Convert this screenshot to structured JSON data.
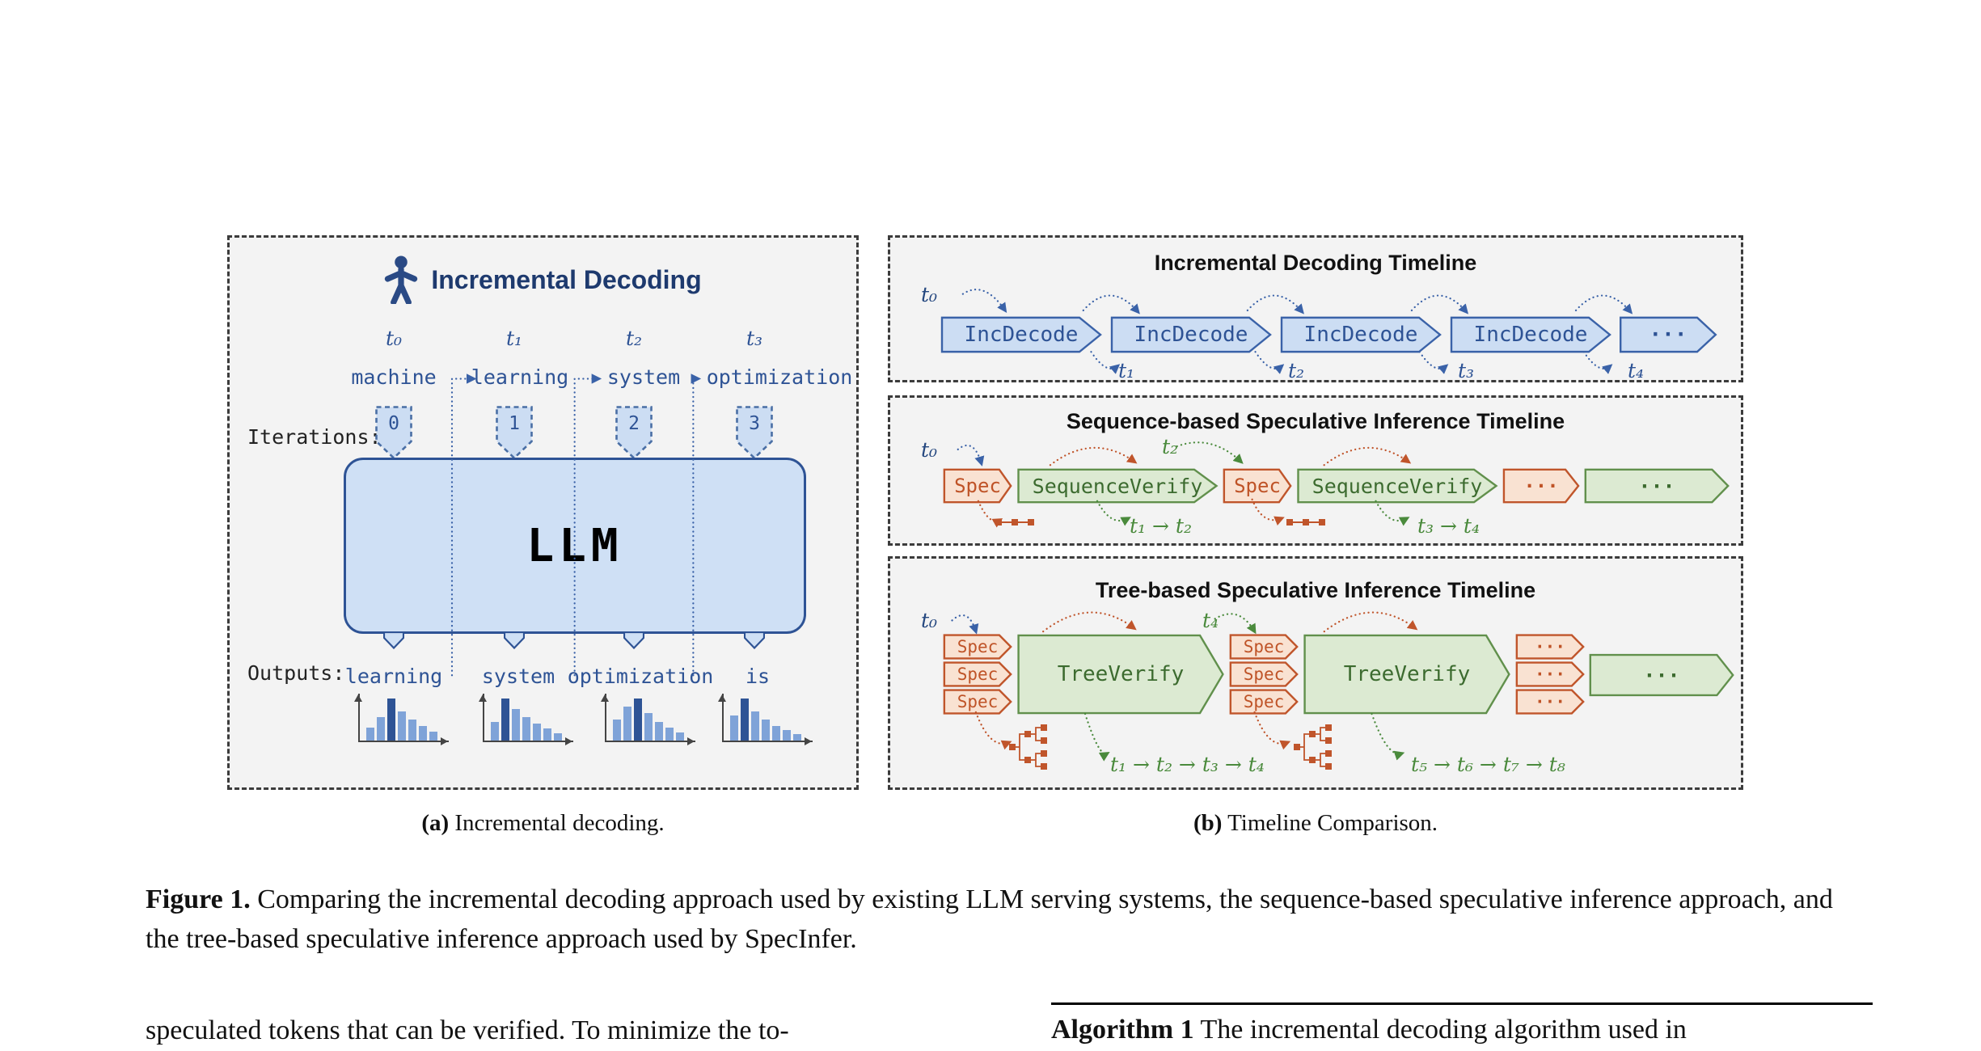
{
  "panel_a": {
    "title": "Incremental Decoding",
    "iterations_label": "Iterations:",
    "outputs_label": "Outputs:",
    "llm_label": "LLM",
    "columns": [
      {
        "t": "t₀",
        "input": "machine",
        "iteration": "0",
        "output": "learning"
      },
      {
        "t": "t₁",
        "input": "learning",
        "iteration": "1",
        "output": "system"
      },
      {
        "t": "t₂",
        "input": "system",
        "iteration": "2",
        "output": "optimization"
      },
      {
        "t": "t₃",
        "input": "optimization",
        "iteration": "3",
        "output": "is"
      }
    ],
    "histograms": [
      {
        "bars": [
          0.3,
          0.55,
          1.0,
          0.7,
          0.5,
          0.35,
          0.22
        ],
        "dark": 2
      },
      {
        "bars": [
          0.45,
          1.0,
          0.75,
          0.55,
          0.4,
          0.28,
          0.18
        ],
        "dark": 1
      },
      {
        "bars": [
          0.5,
          0.8,
          1.0,
          0.65,
          0.45,
          0.3,
          0.2
        ],
        "dark": 2
      },
      {
        "bars": [
          0.6,
          1.0,
          0.7,
          0.5,
          0.35,
          0.25,
          0.15
        ],
        "dark": 1
      }
    ],
    "caption_label": "(a)",
    "caption_text": " Incremental decoding."
  },
  "panel_b": {
    "timelines": [
      {
        "title": "Incremental Decoding Timeline",
        "start_label": "t₀",
        "boxes": [
          "IncDecode",
          "IncDecode",
          "IncDecode",
          "IncDecode",
          "···"
        ],
        "step_labels": [
          "t₁",
          "t₂",
          "t₃",
          "t₄"
        ]
      },
      {
        "title": "Sequence-based Speculative Inference Timeline",
        "start_label": "t₀",
        "mid_label": "t₂",
        "boxes": [
          "Spec",
          "SequenceVerify",
          "Spec",
          "SequenceVerify",
          "···",
          "···"
        ],
        "step_labels": [
          "t₁ → t₂",
          "t₃ → t₄"
        ]
      },
      {
        "title": "Tree-based Speculative Inference Timeline",
        "start_label": "t₀",
        "mid_label": "t₄",
        "spec_stack_1": [
          "Spec",
          "Spec",
          "Spec"
        ],
        "spec_stack_2": [
          "Spec",
          "Spec",
          "Spec"
        ],
        "spec_stack_3": [
          "···",
          "···",
          "···"
        ],
        "verify_1": "TreeVerify",
        "verify_2": "TreeVerify",
        "verify_3": "···",
        "step_labels": [
          "t₁ → t₂ → t₃ → t₄",
          "t₅ → t₆ → t₇ → t₈"
        ]
      }
    ],
    "caption_label": "(b)",
    "caption_text": " Timeline Comparison."
  },
  "figure_caption": {
    "label": "Figure 1.",
    "text": " Comparing the incremental decoding approach used by existing LLM serving systems, the sequence-based speculative inference approach, and the tree-based speculative inference approach used by SpecInfer."
  },
  "body_text": {
    "left_column": "speculated tokens that can be verified. To minimize the to-",
    "algorithm_label": "Algorithm 1",
    "algorithm_text": " The incremental decoding algorithm used in"
  }
}
